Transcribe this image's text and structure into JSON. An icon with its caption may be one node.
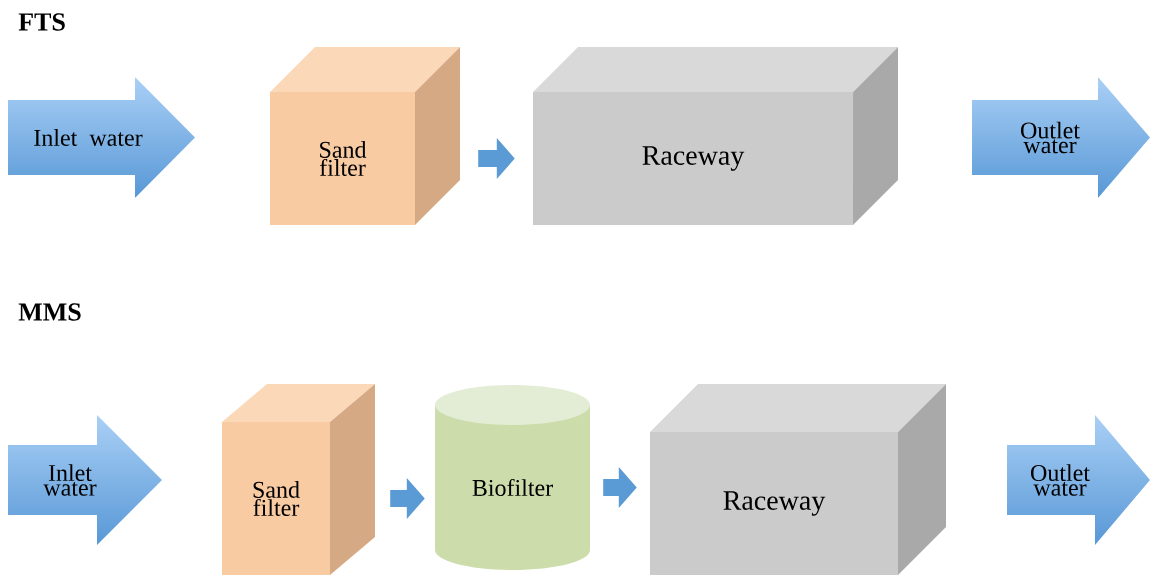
{
  "diagram": {
    "nodes": [
      {
        "text": [
          "Inlet water"
        ]
      },
      {
        "text": [
          "Sand filter"
        ]
      },
      {
        "text": [
          "Raceway"
        ]
      },
      {
        "text": [
          "Outlet water"
        ]
      },
      {
        "text": [
          "Inlet water"
        ]
      },
      {
        "text": [
          "Sand filter"
        ]
      },
      {
        "text": [
          "Biofilter"
        ]
      },
      {
        "text": [
          "Raceway"
        ]
      },
      {
        "text": [
          "Outlet water"
        ]
      }
    ],
    "edges": [
      {
        "from": 1,
        "to": 2,
        "arrow": "to"
      },
      {
        "from": 5,
        "to": 6,
        "arrow": "to"
      },
      {
        "from": 6,
        "to": 7,
        "arrow": "to"
      }
    ],
    "labels": [
      "FTS",
      "MMS"
    ]
  }
}
